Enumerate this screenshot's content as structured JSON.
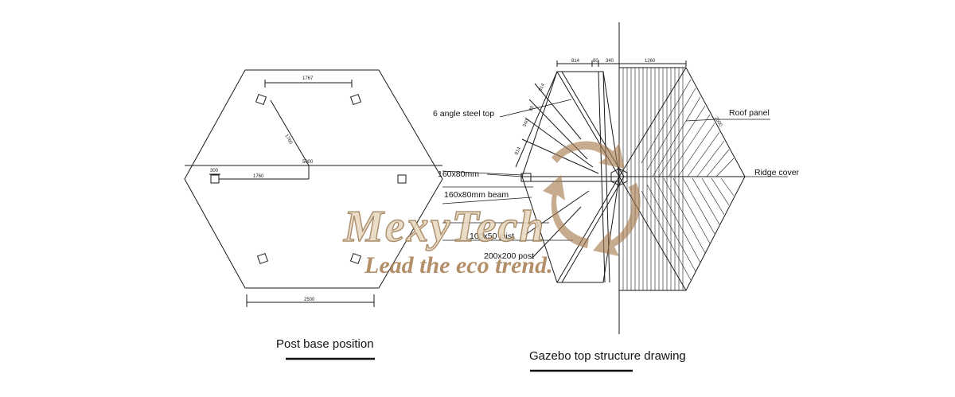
{
  "left_drawing": {
    "caption": "Post base position",
    "dimensions": {
      "top_width": "1767",
      "diagonal": "1760",
      "span": "5000",
      "small": "300",
      "horizontal": "1760",
      "bottom_width": "2500"
    }
  },
  "right_drawing": {
    "caption": "Gazebo top structure drawing",
    "dimensions": {
      "top_a": "814",
      "top_b": "80",
      "top_c": "340",
      "top_d": "1260",
      "side_a": "814",
      "side_b": "80",
      "side_c": "340",
      "side_d": "814",
      "rafter": "2500"
    },
    "labels": {
      "angle_steel": "6 angle steel top",
      "beam_size": "160x80mm",
      "beam": "160x80mm beam",
      "joist": "100x50 joist",
      "post": "200x200 post",
      "roof_panel": "Roof panel",
      "ridge_cover": "Ridge cover"
    }
  },
  "watermark": {
    "brand": "MexyTech",
    "tagline": "Lead the eco trend."
  },
  "colors": {
    "line": "#1a1a1a",
    "watermark_fill": "#e7d8bf",
    "watermark_dark": "#a67c50"
  }
}
